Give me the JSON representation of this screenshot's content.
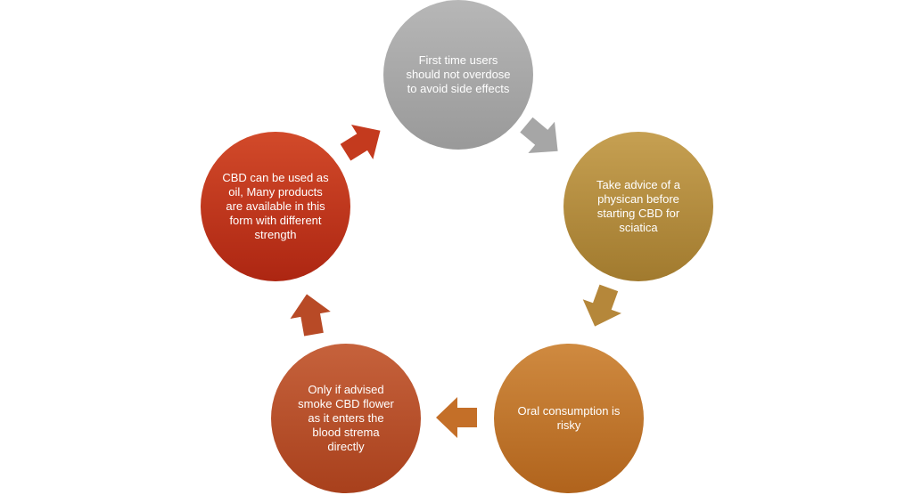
{
  "diagram": {
    "type": "cycle",
    "nodes": [
      {
        "id": "overdose",
        "text": "First time users\nshould not overdose\nto avoid side effects",
        "color_top": "#b7b7b7",
        "color_bottom": "#999999"
      },
      {
        "id": "physician",
        "text": "Take advice of a\nphysican before\nstarting CBD for\nsciatica",
        "color_top": "#c6a052",
        "color_bottom": "#a17a2e"
      },
      {
        "id": "oral",
        "text": "Oral consumption is\nrisky",
        "color_top": "#cf8a40",
        "color_bottom": "#b0631c"
      },
      {
        "id": "smoke",
        "text": "Only if advised\nsmoke CBD flower\nas it enters the\nblood strema\ndirectly",
        "color_top": "#c6623c",
        "color_bottom": "#a8401c"
      },
      {
        "id": "oil",
        "text": "CBD can be used as\noil, Many products\nare available in  this\nform with different\nstrength",
        "color_top": "#d24a2a",
        "color_bottom": "#ad2612"
      }
    ],
    "arrows": [
      {
        "from": "overdose",
        "to": "physician",
        "color": "#a6a6a6"
      },
      {
        "from": "physician",
        "to": "oral",
        "color": "#b5873a"
      },
      {
        "from": "oral",
        "to": "smoke",
        "color": "#c46f28"
      },
      {
        "from": "smoke",
        "to": "oil",
        "color": "#b84a26"
      },
      {
        "from": "oil",
        "to": "overdose",
        "color": "#c43a1e"
      }
    ]
  }
}
